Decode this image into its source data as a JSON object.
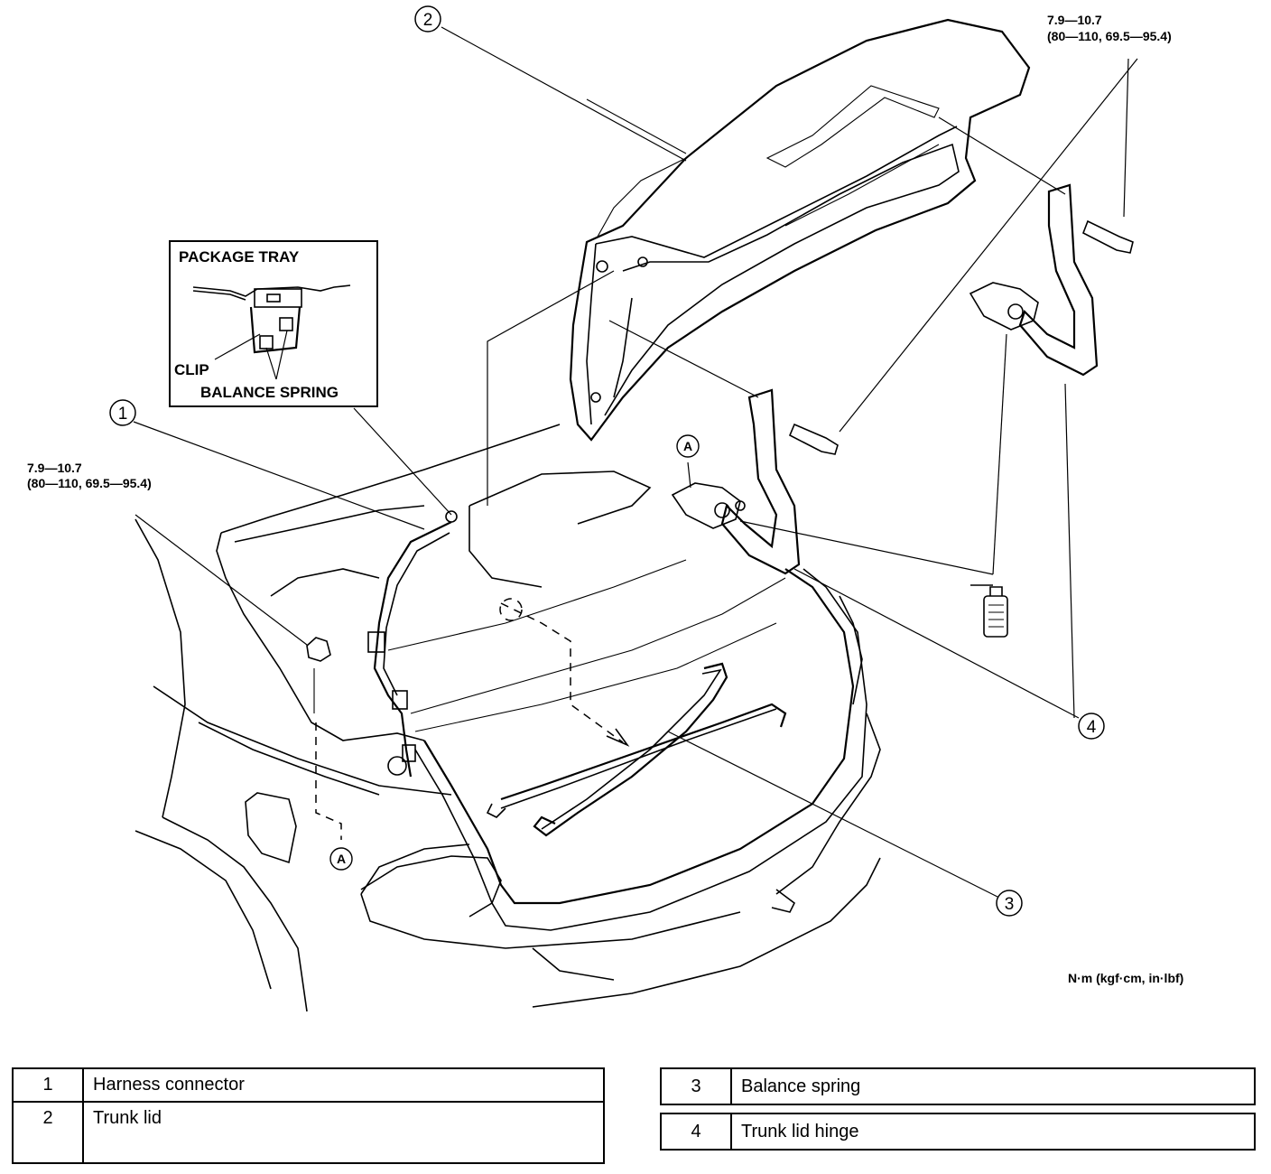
{
  "callouts": {
    "c1": "1",
    "c2": "2",
    "c3": "3",
    "c4": "4",
    "a_upper": "A",
    "a_lower": "A"
  },
  "inset": {
    "title": "PACKAGE TRAY",
    "clip": "CLIP",
    "balance_spring": "BALANCE SPRING"
  },
  "torque_left": {
    "line1": "7.9—10.7",
    "line2": "(80—110, 69.5—95.4)"
  },
  "torque_right": {
    "line1": "7.9—10.7",
    "line2": "(80—110, 69.5—95.4)"
  },
  "units": "N·m (kgf·cm, in·lbf)",
  "legend": [
    {
      "num": "1",
      "label": "Harness connector"
    },
    {
      "num": "2",
      "label": "Trunk lid"
    },
    {
      "num": "3",
      "label": "Balance spring"
    },
    {
      "num": "4",
      "label": "Trunk lid hinge"
    }
  ]
}
